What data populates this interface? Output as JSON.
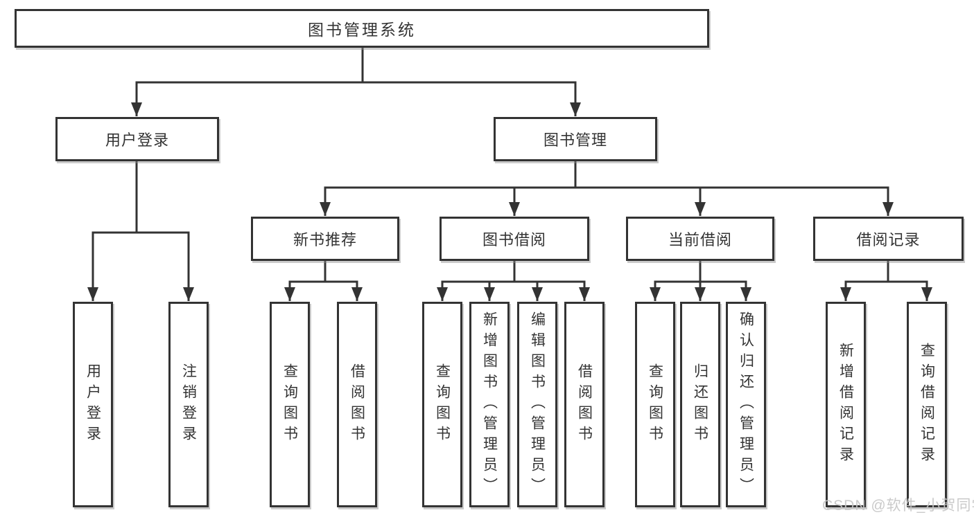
{
  "diagram": {
    "colors": {
      "line": "#333333",
      "text": "#333333",
      "box_background": "#ffffff",
      "watermark": "#c6c6c6"
    },
    "root": {
      "label": "图书管理系统"
    },
    "level2": {
      "user_login": {
        "label": "用户登录"
      },
      "book_mgmt": {
        "label": "图书管理"
      }
    },
    "level3": {
      "new_books": {
        "label": "新书推荐"
      },
      "borrowing": {
        "label": "图书借阅"
      },
      "current": {
        "label": "当前借阅"
      },
      "records": {
        "label": "借阅记录"
      }
    },
    "leaves": {
      "login": {
        "label": "用户登录"
      },
      "logout": {
        "label": "注销登录"
      },
      "nb_query": {
        "label": "查询图书"
      },
      "nb_borrow": {
        "label": "借阅图书"
      },
      "bw_query": {
        "label": "查询图书"
      },
      "bw_add": {
        "label": "新增图书（管理员）"
      },
      "bw_edit": {
        "label": "编辑图书（管理员）"
      },
      "bw_borrow": {
        "label": "借阅图书"
      },
      "cur_query": {
        "label": "查询图书"
      },
      "cur_return": {
        "label": "归还图书"
      },
      "cur_confirm": {
        "label": "确认归还（管理员）"
      },
      "rec_add": {
        "label": "新增借阅记录"
      },
      "rec_query": {
        "label": "查询借阅记录"
      }
    },
    "watermark": {
      "text": "CSDN @软件_小贺同学"
    }
  }
}
